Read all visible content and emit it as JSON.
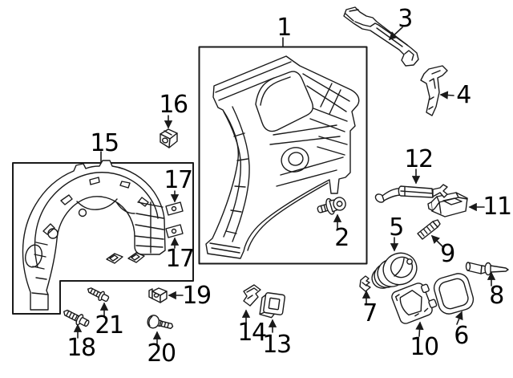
{
  "diagram": {
    "description": "Exploded auto-body parts diagram, quarter panel and rear fender components",
    "colors": {
      "background": "#ffffff",
      "line": "#1a1a1a",
      "text": "#000000"
    },
    "callouts": {
      "c1": "1",
      "c2": "2",
      "c3": "3",
      "c4": "4",
      "c5": "5",
      "c6": "6",
      "c7": "7",
      "c8": "8",
      "c9": "9",
      "c10": "10",
      "c11": "11",
      "c12": "12",
      "c13": "13",
      "c14": "14",
      "c15": "15",
      "c16": "16",
      "c17a": "17",
      "c17b": "17",
      "c18": "18",
      "c19": "19",
      "c20": "20",
      "c21": "21"
    }
  }
}
